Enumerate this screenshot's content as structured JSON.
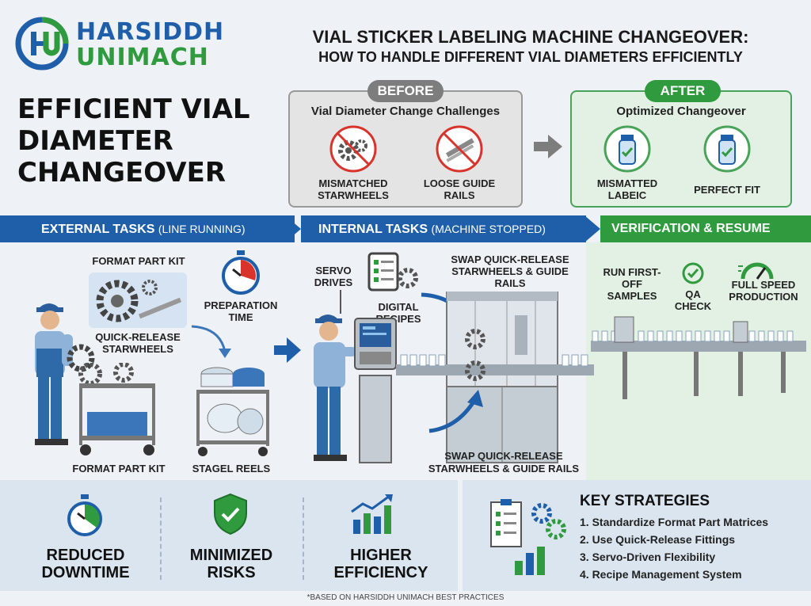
{
  "brand": {
    "line1": "HARSIDDH",
    "line2": "UNIMACH",
    "blue": "#1f5faa",
    "green": "#2f9a3e"
  },
  "headline": {
    "line1": "VIAL STICKER LABELING MACHINE CHANGEOVER:",
    "line2": "HOW TO HANDLE DIFFERENT VIAL DIAMETERS EFFICIENTLY"
  },
  "left_title": {
    "line1": "EFFICIENT VIAL",
    "line2": "DIAMETER",
    "line3": "CHANGEOVER"
  },
  "before": {
    "badge": "BEFORE",
    "title": "Vial Diameter Change Challenges",
    "items": [
      {
        "icon": "gear-icon",
        "label": "MISMATCHED STARWHEELS"
      },
      {
        "icon": "rail-icon",
        "label": "LOOSE GUIDE RAILS"
      }
    ]
  },
  "after": {
    "badge": "AFTER",
    "title": "Optimized Changeover",
    "items": [
      {
        "icon": "vial-check-icon",
        "label": "MISMATTED LABEIC"
      },
      {
        "icon": "vial-check-icon",
        "label": "PERFECT FIT"
      }
    ]
  },
  "bands": [
    {
      "strong": "EXTERNAL TASKS",
      "light": "(LINE RUNNING)"
    },
    {
      "strong": "INTERNAL TASKS",
      "light": "(MACHINE STOPPED)"
    },
    {
      "strong": "VERIFICATION & RESUME",
      "light": ""
    }
  ],
  "external": {
    "kit_label_top": "FORMAT PART KIT",
    "starwheels_label": "QUICK-RELEASE STARWHEELS",
    "prep_label": "PREPARATION TIME",
    "kit_label_bottom": "FORMAT PART KIT",
    "reels_label": "STAGEL REELS"
  },
  "internal": {
    "servo_label": "SERVO DRIVES",
    "recipes_label": "DIGITAL RECIPES",
    "swap_top": "SWAP QUICK-RELEASE STARWHEELS & GUIDE RAILS",
    "swap_bottom_1": "SWAP QUICK-RELEASE",
    "swap_bottom_2": "STARWHEELS & GUIDE RAILS"
  },
  "verify": {
    "run_label": "RUN FIRST-OFF SAMPLES",
    "qa_label": "QA CHECK",
    "speed_label": "FULL SPEED PRODUCTION"
  },
  "benefits": [
    {
      "icon": "stopwatch-icon",
      "line1": "REDUCED",
      "line2": "DOWNTIME"
    },
    {
      "icon": "shield-check-icon",
      "line1": "MINIMIZED",
      "line2": "RISKS"
    },
    {
      "icon": "growth-chart-icon",
      "line1": "HIGHER",
      "line2": "EFFICIENCY"
    }
  ],
  "strategies": {
    "title": "KEY STRATEGIES",
    "items": [
      "1. Standardize Format Part Matrices",
      "2. Use Quick-Release Fittings",
      "3. Servo-Driven Flexibility",
      "4. Recipe Management System"
    ]
  },
  "footnote": "*BASED ON HARSIDDH UNIMACH BEST PRACTICES",
  "colors": {
    "band_blue": "#1f5faa",
    "band_green": "#2f9a3e",
    "red": "#d8342c",
    "after_bg": "#e3f1e4"
  }
}
